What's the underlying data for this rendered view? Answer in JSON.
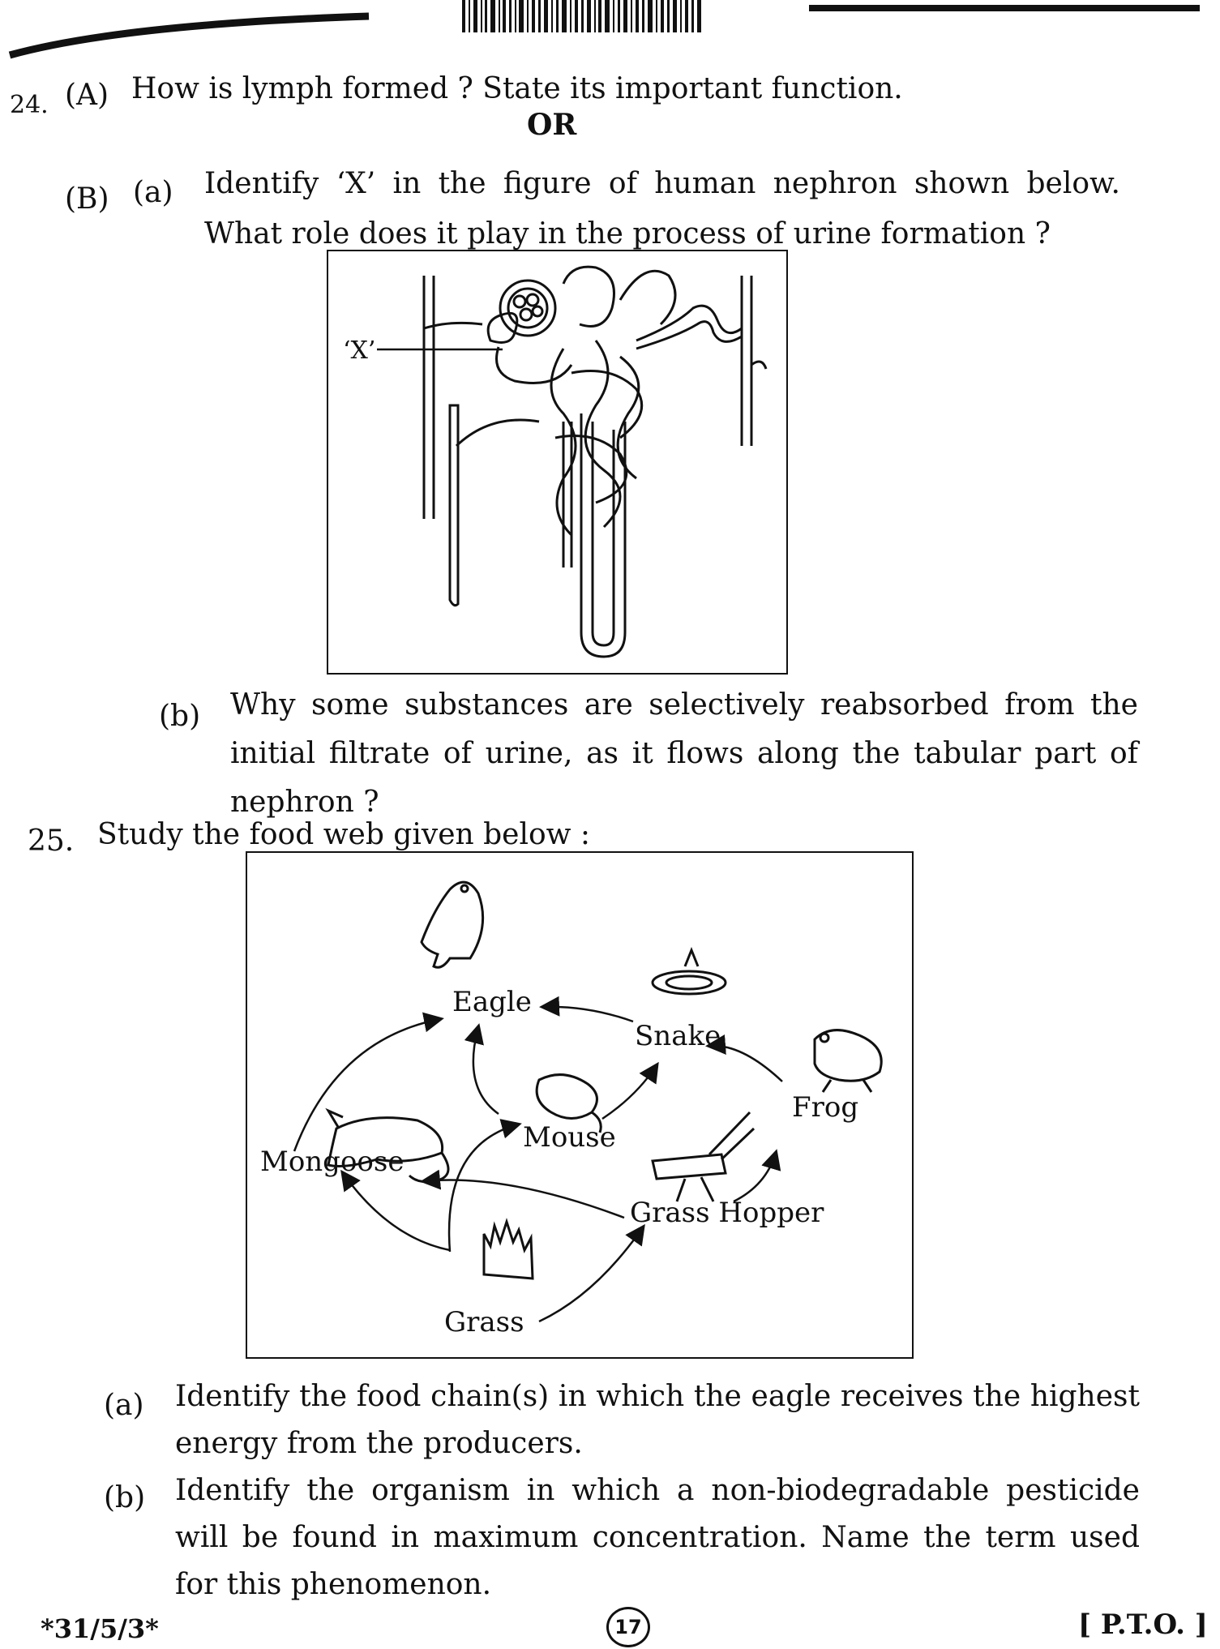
{
  "q24": {
    "number": "24.",
    "a_label": "(A)",
    "a_text": "How is lymph formed ? State its important function.",
    "or": "OR",
    "b_label": "(B)",
    "ba_label": "(a)",
    "ba_text": "Identify ‘X’ in the figure of human nephron shown below. What role does it play in the process of urine formation ?",
    "figure_label": "‘X’",
    "bb_label": "(b)",
    "bb_text": "Why some substances are selectively reabsorbed from the initial filtrate of urine, as it flows along the tabular part of nephron ?"
  },
  "q25": {
    "number": "25.",
    "intro": "Study the food web given below :",
    "web_labels": {
      "eagle": "Eagle",
      "snake": "Snake",
      "frog": "Frog",
      "mouse": "Mouse",
      "mongoose": "Mongoose",
      "grasshopper": "Grass Hopper",
      "grass": "Grass"
    },
    "a_label": "(a)",
    "a_text": "Identify the food chain(s) in which the eagle receives the highest energy from the producers.",
    "b_label": "(b)",
    "b_text": "Identify the organism in which a non-biodegradable pesticide will be found in maximum concentration. Name the term used for this phenomenon."
  },
  "footer": {
    "code": "*31/5/3*",
    "page_mark": "17",
    "pto": "[ P.T.O. ]"
  }
}
